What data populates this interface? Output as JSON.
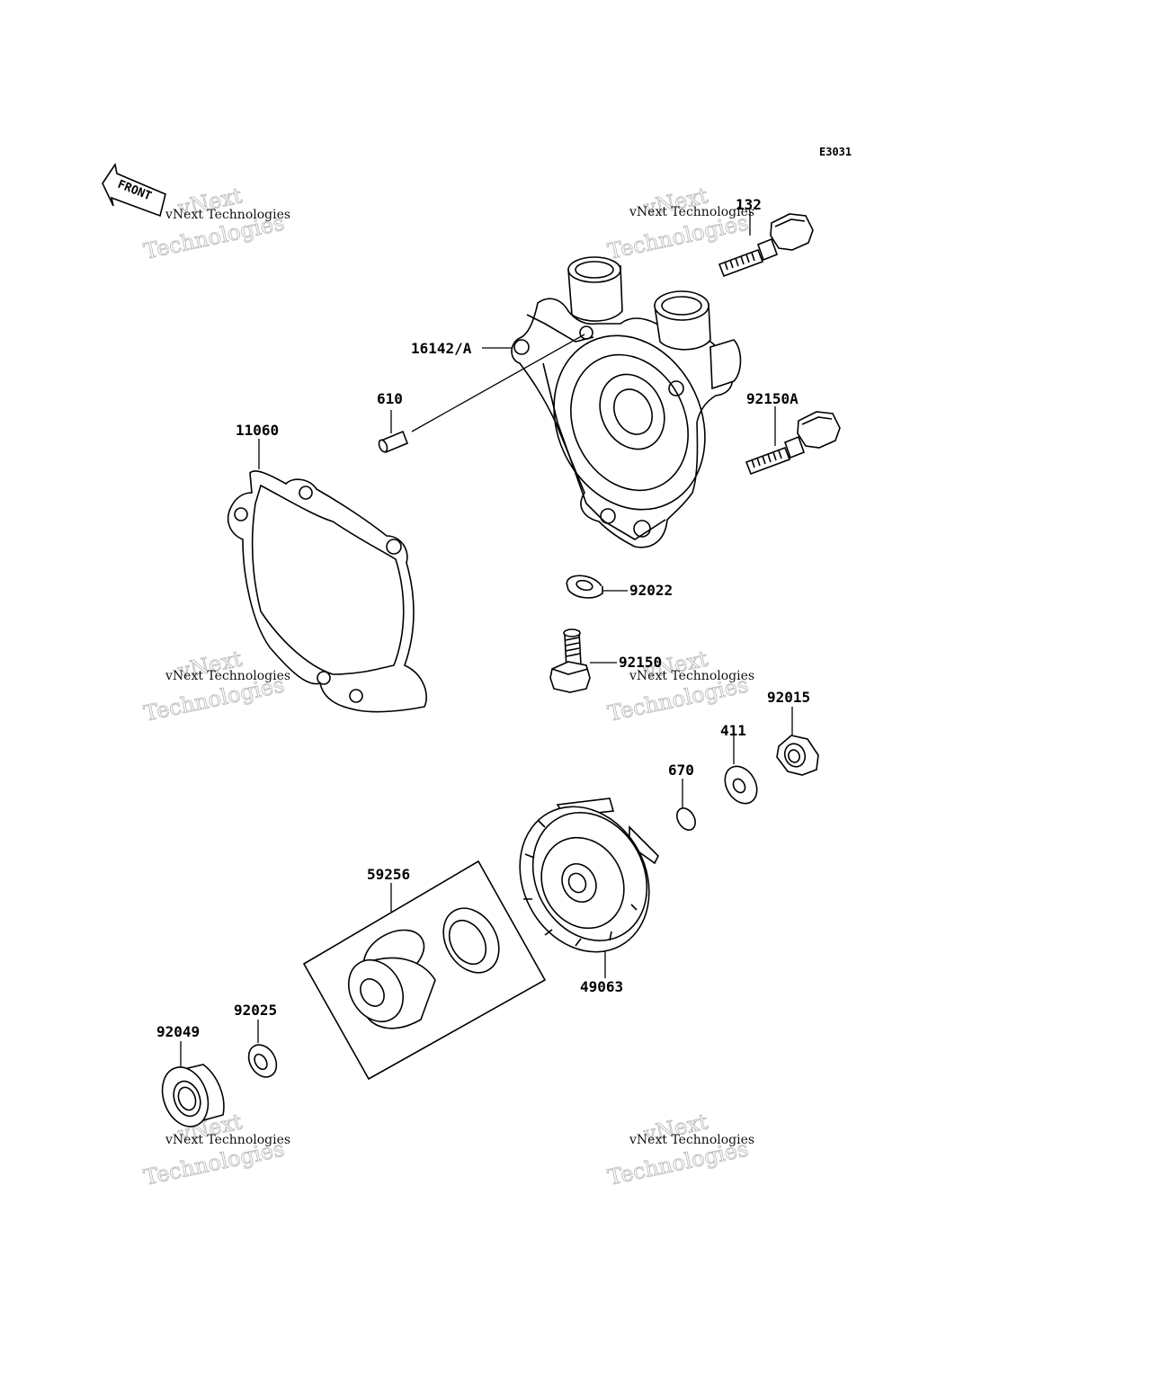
{
  "diagram": {
    "code": "E3031",
    "front_label": "FRONT",
    "watermark": {
      "top": "vNext",
      "middle": "vNext Technologies",
      "bottom": "Technologies"
    },
    "parts": [
      {
        "id": "p132",
        "label": "132"
      },
      {
        "id": "p16142",
        "label": "16142/A"
      },
      {
        "id": "p610",
        "label": "610"
      },
      {
        "id": "p11060",
        "label": "11060"
      },
      {
        "id": "p92150a",
        "label": "92150A"
      },
      {
        "id": "p92022",
        "label": "92022"
      },
      {
        "id": "p92150",
        "label": "92150"
      },
      {
        "id": "p92015",
        "label": "92015"
      },
      {
        "id": "p411",
        "label": "411"
      },
      {
        "id": "p670",
        "label": "670"
      },
      {
        "id": "p49063",
        "label": "49063"
      },
      {
        "id": "p59256",
        "label": "59256"
      },
      {
        "id": "p92025",
        "label": "92025"
      },
      {
        "id": "p92049",
        "label": "92049"
      }
    ]
  }
}
